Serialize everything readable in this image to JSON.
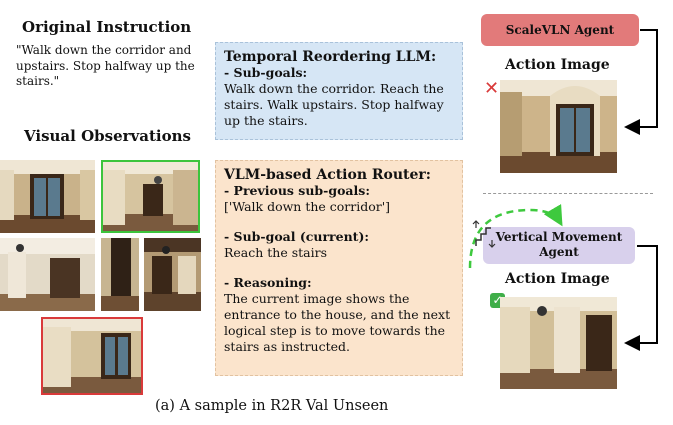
{
  "left": {
    "original_instruction_title": "Original Instruction",
    "original_instruction_text": "\"Walk down the corridor and upstairs. Stop halfway up the stairs.\"",
    "visual_observations_title": "Visual Observations"
  },
  "temporal_reordering": {
    "title": "Temporal Reordering LLM:",
    "subgoals_label": "- Sub-goals:",
    "subgoals_text": "Walk down the corridor. Reach the stairs. Walk upstairs. Stop halfway up the stairs."
  },
  "vlm_router": {
    "title": "VLM-based Action Router:",
    "prev_label": "- Previous sub-goals:",
    "prev_text": "['Walk down the corridor']",
    "current_label": "- Sub-goal (current):",
    "current_text": "Reach the stairs",
    "reasoning_label": "- Reasoning:",
    "reasoning_text": "The current image shows the entrance to the house, and the next logical step is to move towards the stairs as instructed."
  },
  "right": {
    "scalevln_label": "ScaleVLN Agent",
    "action_image_label_1": "Action Image",
    "vertical_agent_label": "Vertical Movement Agent",
    "action_image_label_2": "Action Image",
    "x_mark": "✕",
    "check_mark": "✓"
  },
  "caption": "(a) A sample in R2R Val Unseen",
  "icons": [
    "x-mark-icon",
    "check-mark-icon",
    "stairs-icon"
  ],
  "colors": {
    "temporal_box": "#d6e6f5",
    "vlm_box": "#fbe4cc",
    "scalevln": "#e27a7a",
    "vertical_agent": "#d8d0ec",
    "selected_green": "#3cc43c",
    "current_red": "#d93a3a",
    "dashed_arrow": "#3ec93e"
  }
}
